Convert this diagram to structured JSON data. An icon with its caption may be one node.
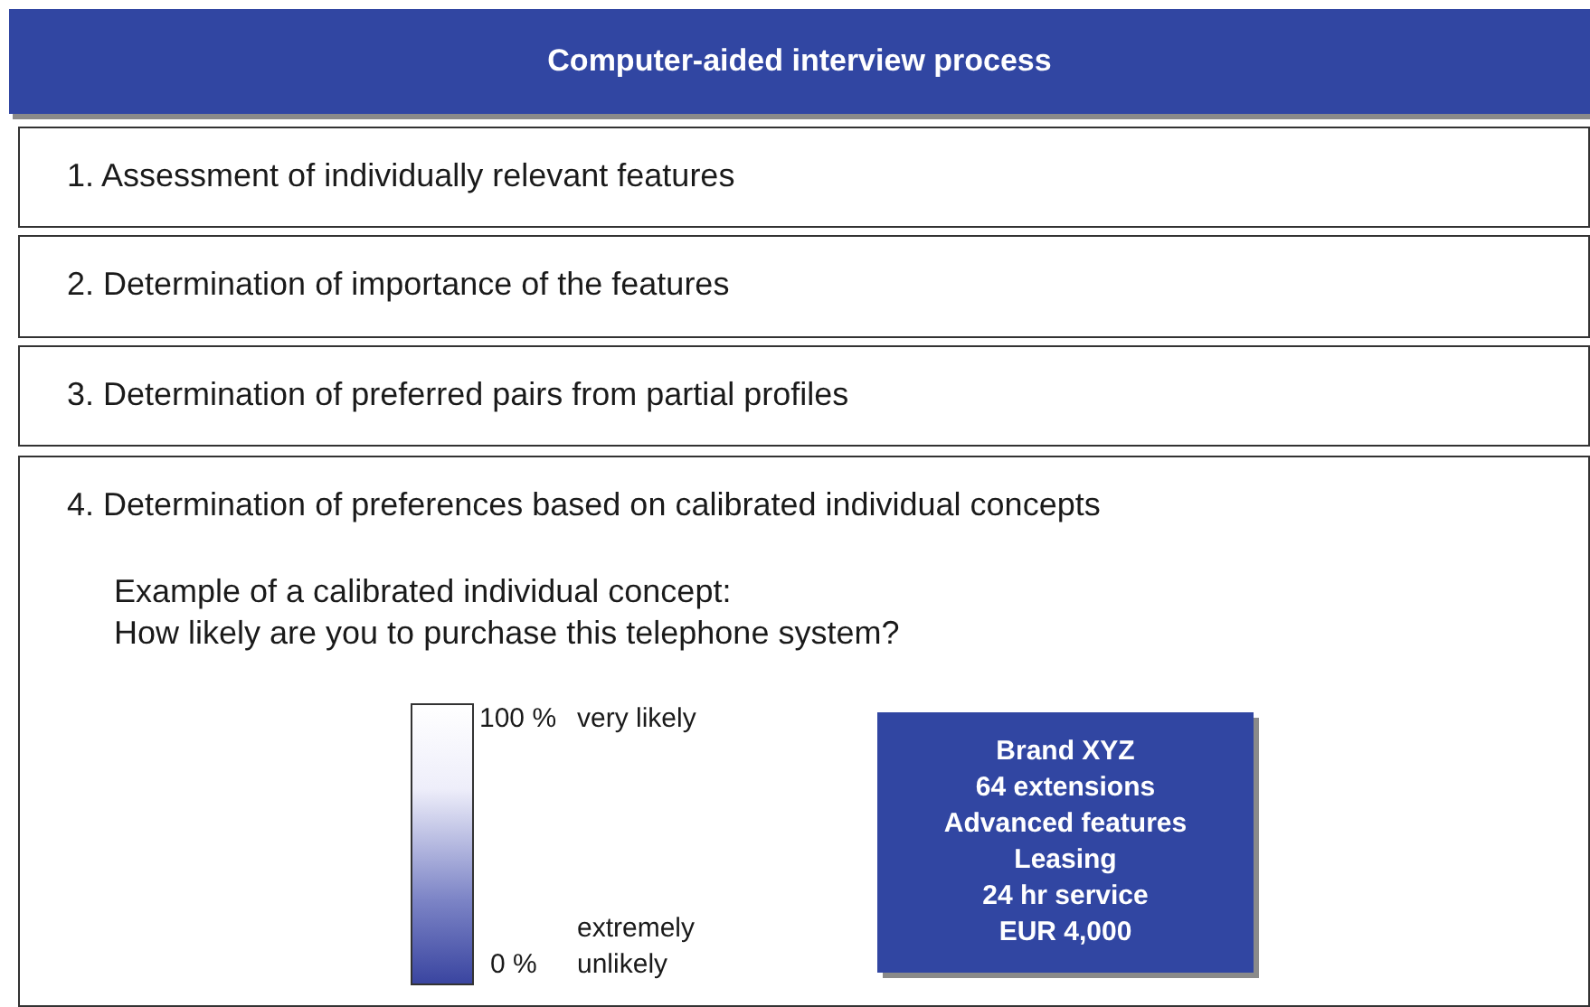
{
  "diagram": {
    "nodes": [
      {
        "text": [
          "Computer-aided interview process"
        ]
      },
      {
        "text": [
          "1. Assessment of individually relevant features"
        ]
      },
      {
        "text": [
          "2. Determination of importance of the features"
        ]
      },
      {
        "text": [
          "3. Determination of preferred pairs from partial profiles"
        ]
      },
      {
        "text": [
          "4. Determination of preferences based on calibrated individual concepts",
          "Example of a calibrated individual concept:",
          "How likely are you to purchase this telephone system?"
        ]
      },
      {
        "text": [],
        "shape": "bar",
        "in": 4,
        "beside": [
          "100 %",
          "very likely",
          "extremely unlikely",
          "0 %"
        ]
      },
      {
        "text": [
          "Brand XYZ",
          "64 extensions",
          "Advanced features",
          "Leasing",
          "24 hr service",
          "EUR 4,000"
        ],
        "in": 4
      }
    ],
    "edges": []
  }
}
